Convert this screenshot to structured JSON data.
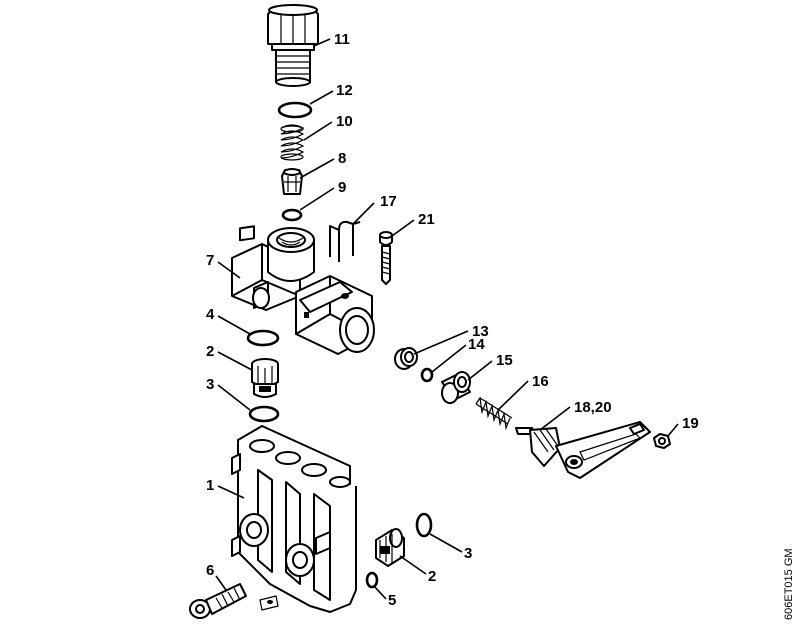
{
  "labels": {
    "part_11": "11",
    "part_12": "12",
    "part_10": "10",
    "part_8": "8",
    "part_9": "9",
    "part_17": "17",
    "part_21": "21",
    "part_7": "7",
    "part_4": "4",
    "part_2_upper": "2",
    "part_3_upper": "3",
    "part_13": "13",
    "part_14": "14",
    "part_15": "15",
    "part_16": "16",
    "part_18_20": "18,20",
    "part_19": "19",
    "part_1": "1",
    "part_3_lower": "3",
    "part_2_lower": "2",
    "part_6": "6",
    "part_5": "5"
  },
  "drawing_code": "606ET015 GM"
}
